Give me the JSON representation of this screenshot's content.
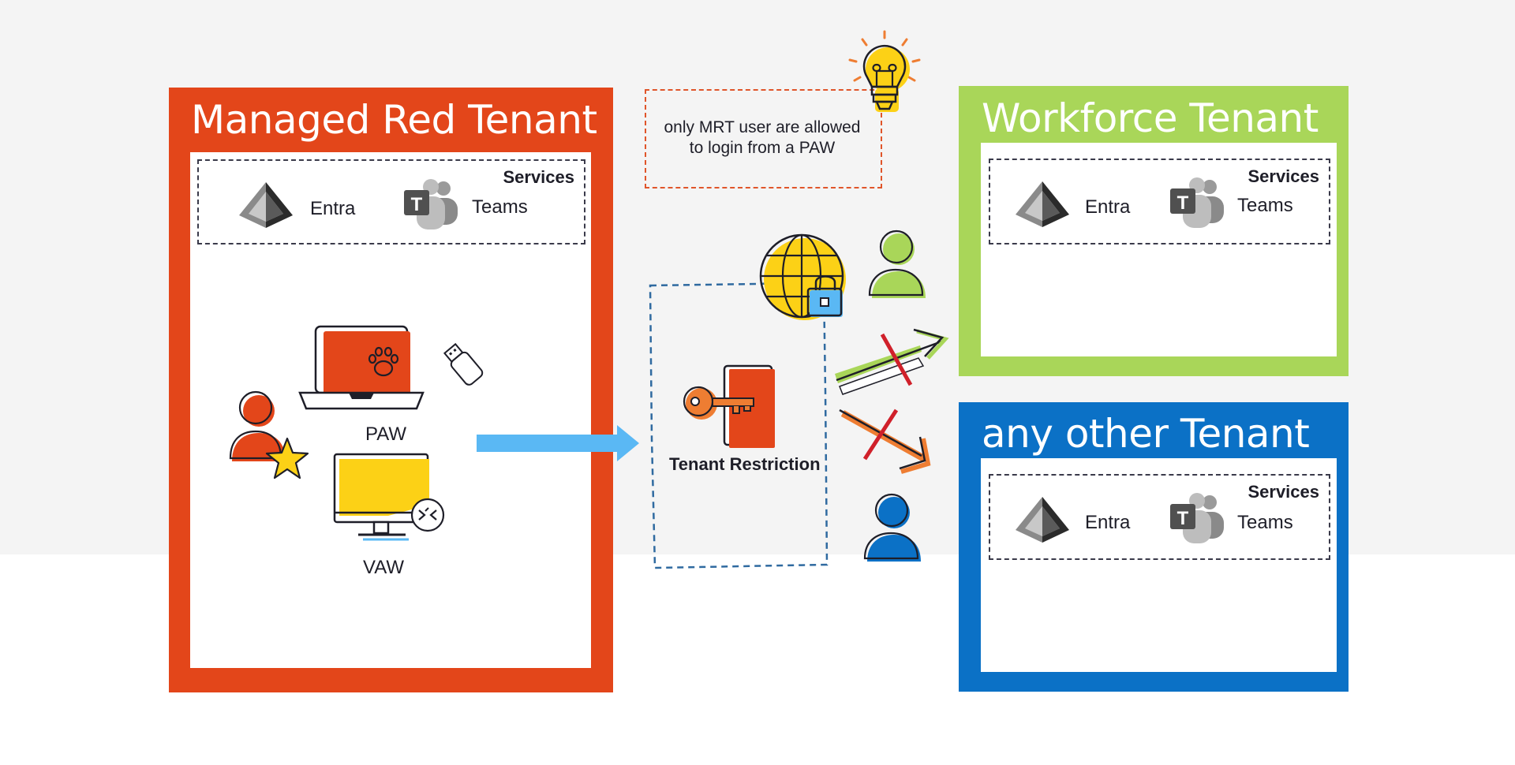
{
  "colors": {
    "mrt_red": "#e3461a",
    "workforce_green": "#a9d659",
    "other_blue": "#0b71c6",
    "arrow_blue": "#5ab8f4",
    "accent_yellow": "#fcd116",
    "accent_orange": "#ee7d32",
    "cross_red": "#d0202a",
    "dashed_blue": "#2f6aa0"
  },
  "mrt": {
    "title": "Managed Red Tenant",
    "services": {
      "label": "Services",
      "items": [
        "Entra",
        "Teams"
      ]
    },
    "devices": {
      "paw_label": "PAW",
      "vaw_label": "VAW"
    }
  },
  "note": {
    "text": "only MRT user are allowed to login from a PAW"
  },
  "tenant_restriction": {
    "label": "Tenant Restriction"
  },
  "workforce": {
    "title": "Workforce Tenant",
    "services": {
      "label": "Services",
      "items": [
        "Entra",
        "Teams"
      ]
    }
  },
  "other": {
    "title": "any other Tenant",
    "services": {
      "label": "Services",
      "items": [
        "Entra",
        "Teams"
      ]
    }
  },
  "icons": [
    "entra-icon",
    "teams-icon",
    "laptop-icon",
    "paw-icon",
    "usb-key-icon",
    "admin-user-icon",
    "star-icon",
    "monitor-icon",
    "remote-desktop-icon",
    "lightbulb-icon",
    "globe-icon",
    "lock-icon",
    "key-icon",
    "door-icon",
    "green-user-icon",
    "blue-user-icon"
  ]
}
